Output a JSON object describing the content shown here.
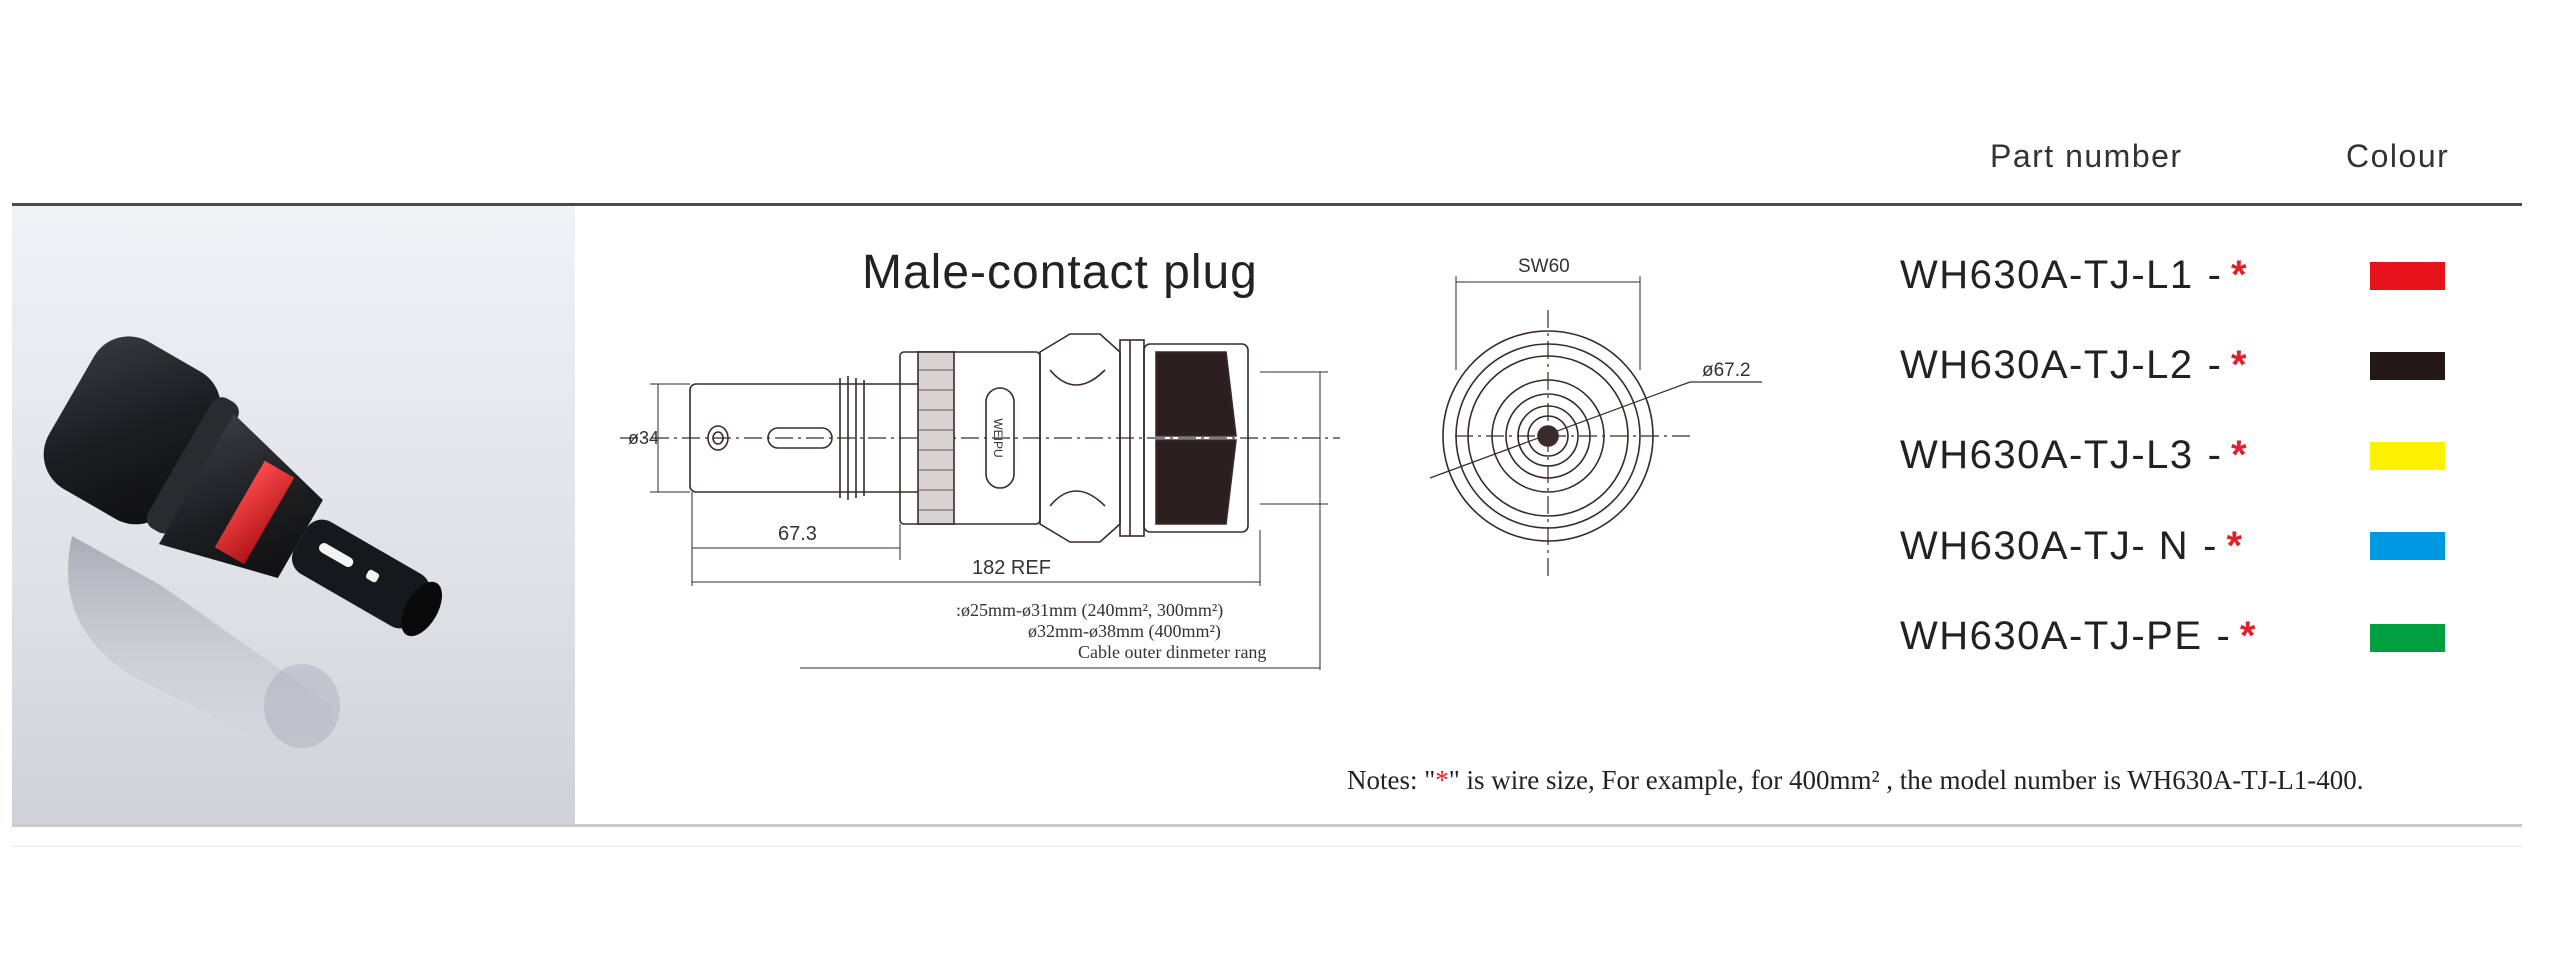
{
  "headers": {
    "part_number": "Part number",
    "colour": "Colour"
  },
  "title": "Male-contact plug",
  "dimensions": {
    "diameter_left": "ø34",
    "length_a": "67.3",
    "length_ref": "182 REF",
    "cable_note_1": ":ø25mm-ø31mm (240mm², 300mm²)",
    "cable_note_2": "ø32mm-ø38mm (400mm²)",
    "cable_note_3": "Cable outer dinmeter rang",
    "wrench": "SW60",
    "diameter_end": "ø67.2",
    "brand_mark": "WEIPU"
  },
  "parts": [
    {
      "number": "WH630A-TJ-L1",
      "dash": "-",
      "star": "*",
      "color": "#e8121c"
    },
    {
      "number": "WH630A-TJ-L2",
      "dash": "-",
      "star": "*",
      "color": "#231815"
    },
    {
      "number": "WH630A-TJ-L3",
      "dash": "-",
      "star": "*",
      "color": "#fff200"
    },
    {
      "number": "WH630A-TJ- N",
      "dash": "-",
      "star": "*",
      "color": "#0098e0"
    },
    {
      "number": "WH630A-TJ-PE",
      "dash": "-",
      "star": "*",
      "color": "#00a040"
    }
  ],
  "notes": {
    "prefix": "Notes:  \"",
    "star": "*",
    "suffix": "\" is wire size,  For example, for 400mm² , the model number is WH630A-TJ-L1-400."
  }
}
